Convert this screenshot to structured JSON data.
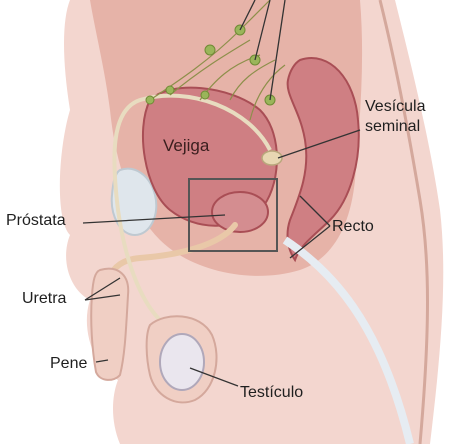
{
  "illustration": {
    "labels": {
      "vesicula_line1": "Vesícula",
      "vesicula_line2": "seminal",
      "vejiga": "Vejiga",
      "prostata": "Próstata",
      "recto": "Recto",
      "uretra": "Uretra",
      "pene": "Pene",
      "testiculo": "Testículo"
    },
    "colors": {
      "skin": "#f3d6cf",
      "skin_shadow": "#e3b9ae",
      "organ": "#cf7f83",
      "organ_dark": "#a94e55",
      "bone": "#f2ead8",
      "nerve": "#d9d1b0",
      "node": "#9ab55a",
      "leader_line": "#333333",
      "highlight_box": "#555555"
    }
  }
}
